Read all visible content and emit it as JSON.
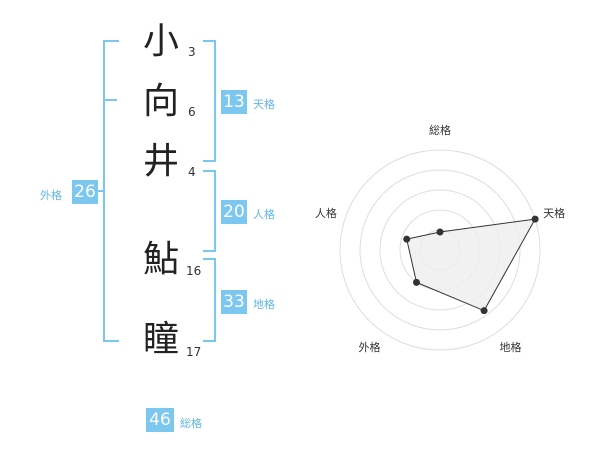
{
  "name_chars": [
    {
      "char": "小",
      "strokes": "3"
    },
    {
      "char": "向",
      "strokes": "6"
    },
    {
      "char": "井",
      "strokes": "4"
    },
    {
      "char": "鮎",
      "strokes": "16"
    },
    {
      "char": "瞳",
      "strokes": "17"
    }
  ],
  "fortunes": {
    "tenkaku": {
      "value": "13",
      "label": "天格"
    },
    "jinkaku": {
      "value": "20",
      "label": "人格"
    },
    "chikaku": {
      "value": "33",
      "label": "地格"
    },
    "gaikaku": {
      "value": "26",
      "label": "外格"
    },
    "soukaku": {
      "value": "46",
      "label": "総格"
    }
  },
  "colors": {
    "accent": "#7cc7ef",
    "accent_text": "#5fb7e8",
    "radar_fill": "#eeeeee",
    "grid": "#dddddd"
  },
  "chart_data": {
    "type": "radar",
    "axes": [
      "総格",
      "天格",
      "地格",
      "外格",
      "人格"
    ],
    "values": [
      0.18,
      1.0,
      0.75,
      0.4,
      0.35
    ]
  }
}
